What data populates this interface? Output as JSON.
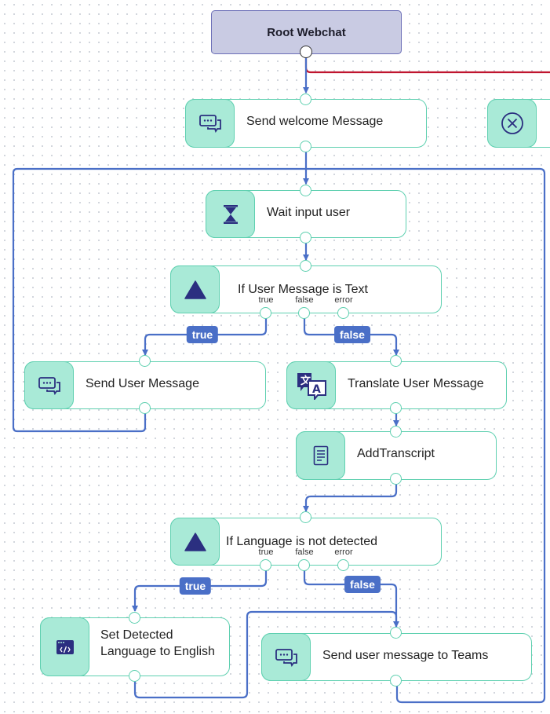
{
  "root": {
    "title": "Root Webchat"
  },
  "nodes": {
    "send_welcome": {
      "label": "Send welcome Message",
      "icon": "chat-bubbles-icon"
    },
    "offscreen": {
      "label": "",
      "icon": "cancel-circle-icon"
    },
    "wait_input": {
      "label": "Wait input user",
      "icon": "hourglass-icon"
    },
    "if_text": {
      "label": "If User Message is Text",
      "icon": "triangle-icon",
      "ports": [
        "true",
        "false",
        "error"
      ]
    },
    "send_user": {
      "label": "Send User Message",
      "icon": "chat-bubbles-icon"
    },
    "translate": {
      "label": "Translate User Message",
      "icon": "translate-icon"
    },
    "add_transcript": {
      "label": "AddTranscript",
      "icon": "document-icon"
    },
    "if_lang": {
      "label": "If Language is not detected",
      "icon": "triangle-icon",
      "ports": [
        "true",
        "false",
        "error"
      ]
    },
    "set_lang": {
      "label": "Set Detected Language to English",
      "icon": "code-window-icon"
    },
    "send_teams": {
      "label": "Send user message to Teams",
      "icon": "chat-bubbles-icon"
    }
  },
  "badges": {
    "true_label": "true",
    "false_label": "false"
  },
  "colors": {
    "wire": "#4a6fc7",
    "root_wire": "#c0152f",
    "node_border": "#5fd0b0",
    "icon_bg": "#a9ead7",
    "root_bg": "#c9cbe3",
    "icon": "#2b2f80"
  }
}
